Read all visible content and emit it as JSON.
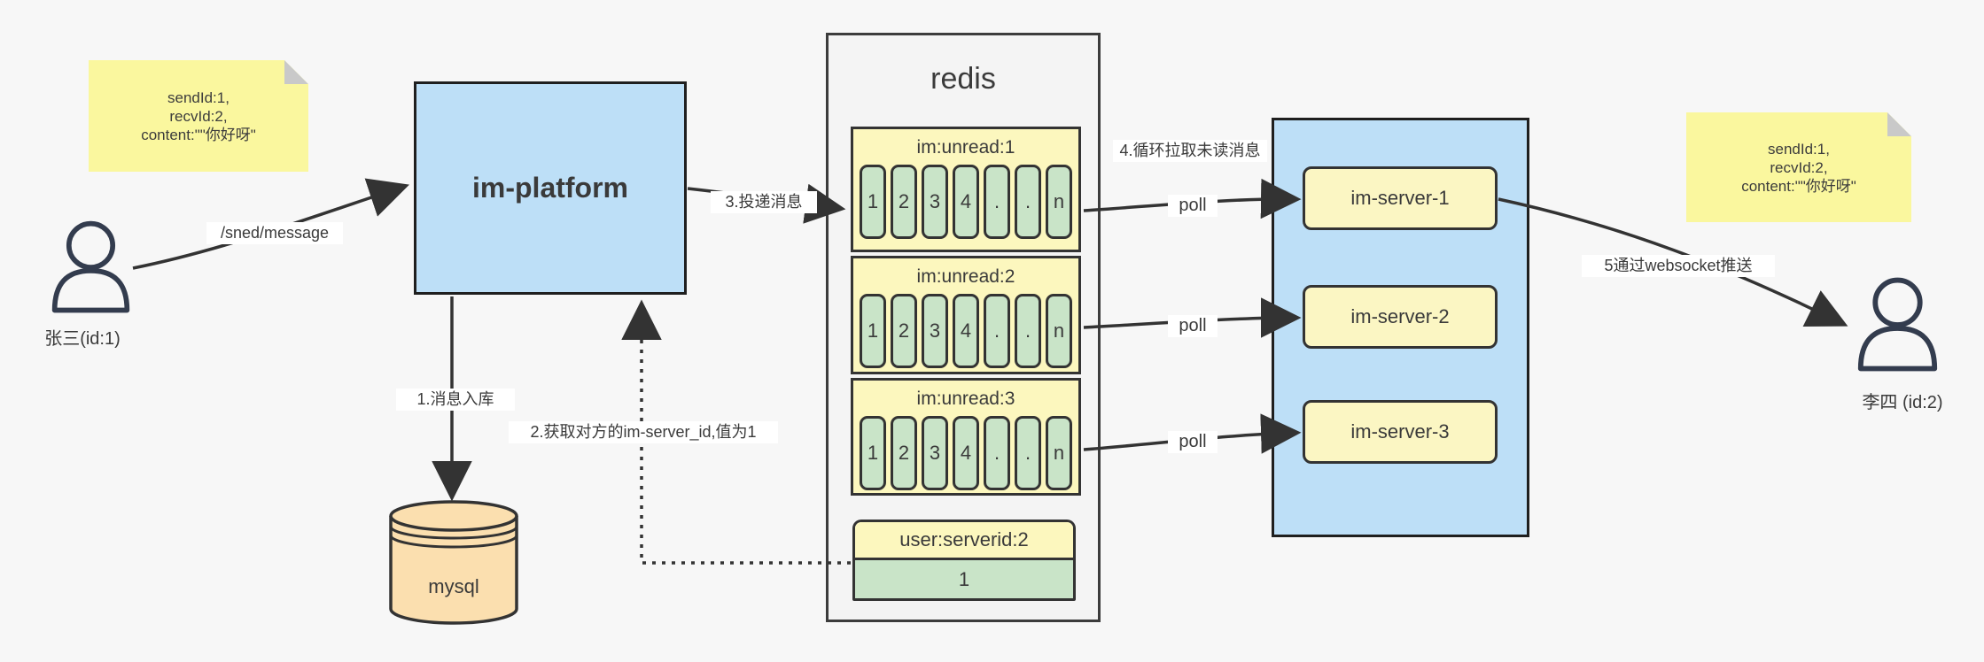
{
  "colors": {
    "background": "#f7f7f7",
    "sticky_note": "#faf79e",
    "note_fold": "#c9c9c9",
    "platform_blue": "#bddff7",
    "list_yellow": "#fcf7be",
    "server_yellow": "#fbf6c3",
    "cell_green": "#c9e4c8",
    "mysql_peach": "#fbdfaf",
    "redis_gray": "#f4f4f4",
    "line_dark": "#333333",
    "user_icon": "#333c4e"
  },
  "notes": {
    "left": {
      "line1": "sendId:1,",
      "line2": "recvId:2,",
      "line3": "content:\"\"你好呀\""
    },
    "right": {
      "line1": "sendId:1,",
      "line2": "recvId:2,",
      "line3": "content:\"\"你好呀\""
    }
  },
  "actors": {
    "sender": {
      "name": "张三(id:1)"
    },
    "receiver": {
      "name": "李四 (id:2)"
    }
  },
  "nodes": {
    "platform": {
      "label": "im-platform"
    },
    "mysql": {
      "label": "mysql"
    },
    "redis": {
      "title": "redis",
      "lists": [
        {
          "name": "im:unread:1",
          "cells": [
            "1",
            "2",
            "3",
            "4",
            ".",
            ".",
            "n"
          ]
        },
        {
          "name": "im:unread:2",
          "cells": [
            "1",
            "2",
            "3",
            "4",
            ".",
            ".",
            "n"
          ]
        },
        {
          "name": "im:unread:3",
          "cells": [
            "1",
            "2",
            "3",
            "4",
            ".",
            ".",
            "n"
          ]
        }
      ],
      "kv": {
        "key": "user:serverid:2",
        "value": "1"
      }
    },
    "servers": [
      {
        "label": "im-server-1"
      },
      {
        "label": "im-server-2"
      },
      {
        "label": "im-server-3"
      }
    ]
  },
  "edges": {
    "send": {
      "label": "/sned/message"
    },
    "store": {
      "label": "1.消息入库"
    },
    "get_server": {
      "label": "2.获取对方的im-server_id,值为1"
    },
    "deliver": {
      "label": "3.投递消息"
    },
    "pull_loop": {
      "label": "4.循环拉取未读消息"
    },
    "poll1": {
      "label": "poll"
    },
    "poll2": {
      "label": "poll"
    },
    "poll3": {
      "label": "poll"
    },
    "push": {
      "label": "5通过websocket推送"
    }
  }
}
